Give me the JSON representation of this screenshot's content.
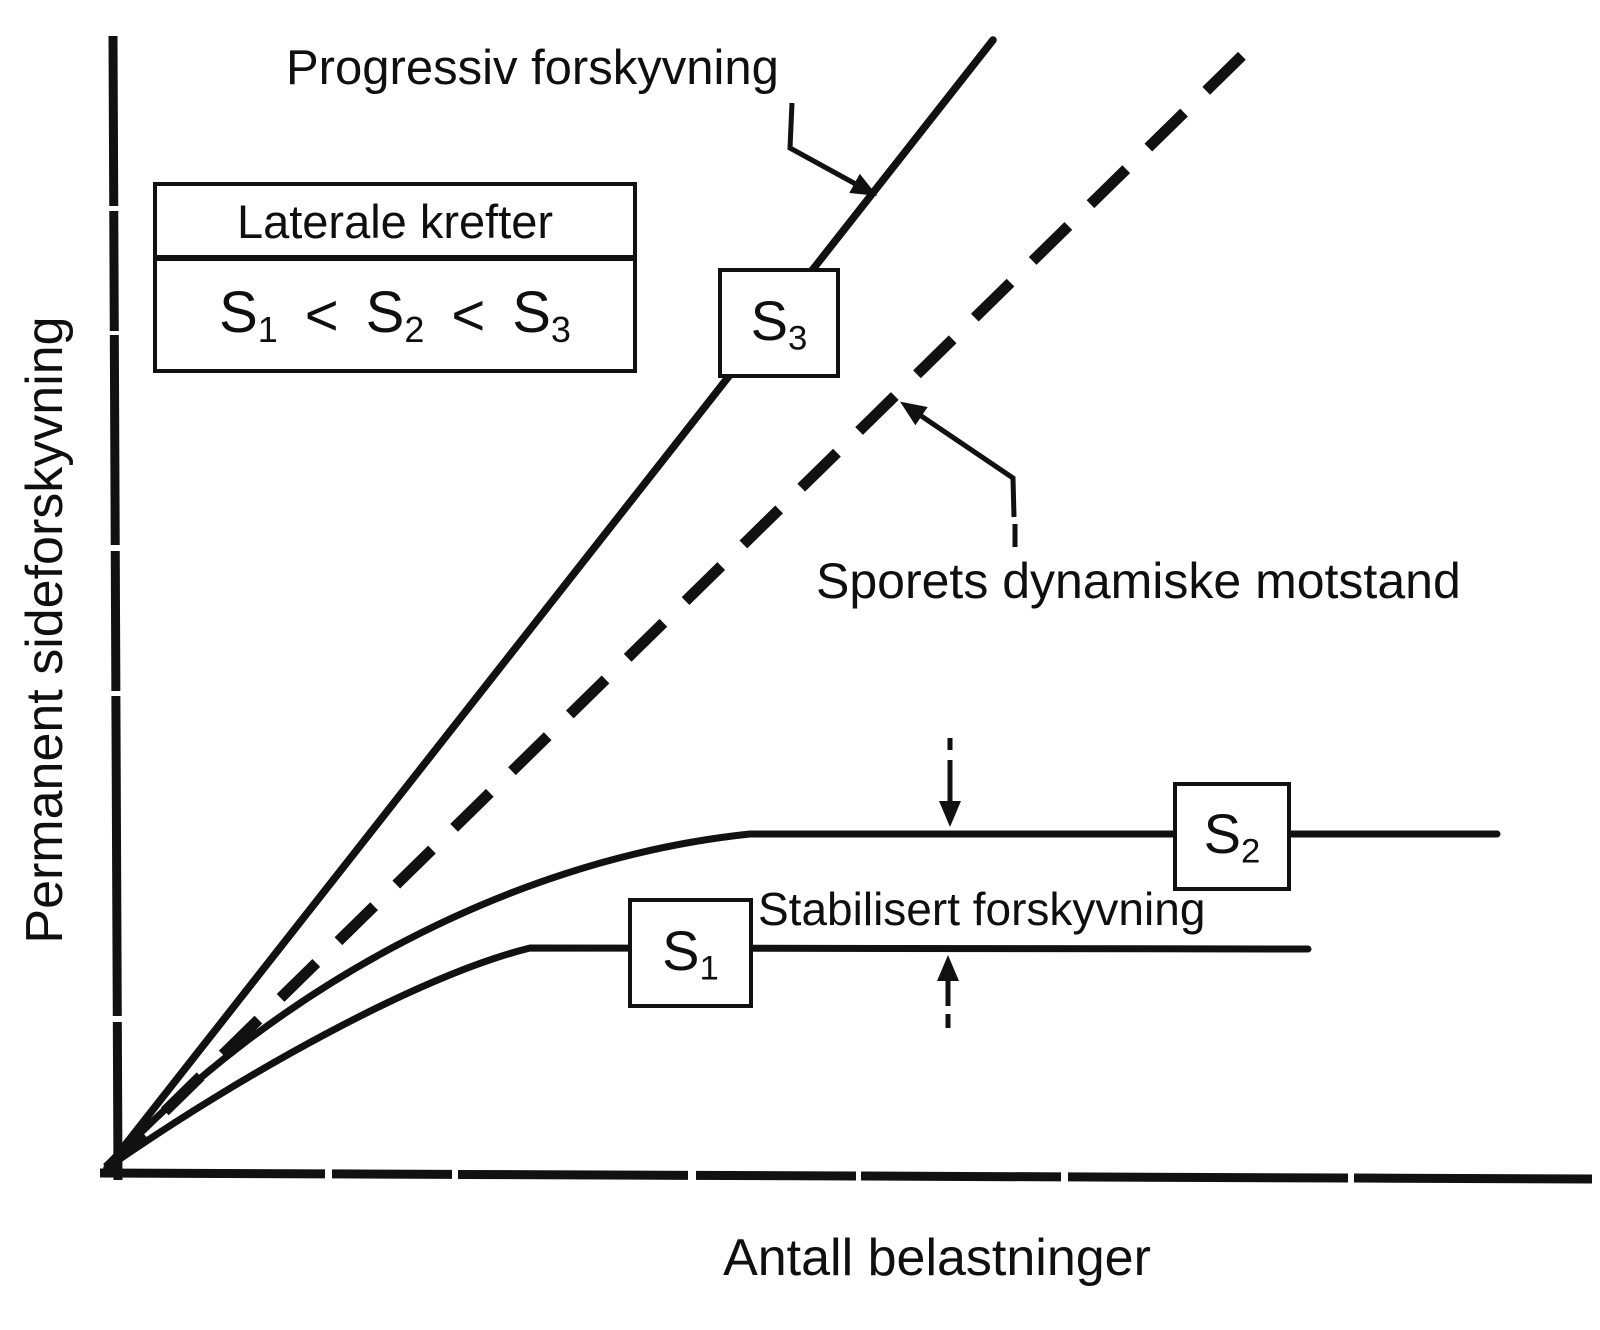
{
  "figure": {
    "background": "#ffffff",
    "ink_color": "#111111",
    "style": "scanned black-and-white conceptual line chart"
  },
  "axes": {
    "y_label": "Permanent sideforskyvning",
    "x_label": "Antall belastninger",
    "numeric_ticks": false
  },
  "annotations": {
    "progressive": "Progressiv forskyvning",
    "dynamic_resistance": "Sporets dynamiske motstand",
    "stabilized": "Stabilisert forskyvning"
  },
  "legend": {
    "title": "Laterale krefter",
    "operator": "<",
    "terms": [
      {
        "main": "S",
        "sub": "1"
      },
      {
        "main": "S",
        "sub": "2"
      },
      {
        "main": "S",
        "sub": "3"
      }
    ]
  },
  "curve_labels": {
    "s1": {
      "main": "S",
      "sub": "1"
    },
    "s2": {
      "main": "S",
      "sub": "2"
    },
    "s3": {
      "main": "S",
      "sub": "3"
    }
  },
  "chart_data": {
    "type": "line",
    "title": "",
    "xlabel": "Antall belastninger",
    "ylabel": "Permanent sideforskyvning",
    "axis_ranges": "qualitative, no numeric tick labels; values below are relative 0-1 coordinates read from the drawing",
    "grid": false,
    "legend_position": "upper-left boxed legend: Laterale krefter, S1 < S2 < S3",
    "relationship": "S1 < S2 < S3",
    "series": [
      {
        "name": "S1",
        "style": "solid",
        "annotation": "Stabilisert forskyvning",
        "shape": "rises then flattens to a constant level",
        "points_rel": [
          [
            0,
            0
          ],
          [
            0.09,
            0.075
          ],
          [
            0.16,
            0.125
          ],
          [
            0.22,
            0.165
          ],
          [
            0.285,
            0.195
          ],
          [
            0.55,
            0.195
          ],
          [
            0.81,
            0.195
          ]
        ]
      },
      {
        "name": "S2",
        "style": "solid",
        "annotation": "Stabilisert forskyvning",
        "shape": "rises then flattens to a constant level higher than S1",
        "points_rel": [
          [
            0,
            0
          ],
          [
            0.1,
            0.12
          ],
          [
            0.2,
            0.22
          ],
          [
            0.32,
            0.275
          ],
          [
            0.434,
            0.297
          ],
          [
            0.7,
            0.297
          ],
          [
            0.937,
            0.297
          ]
        ]
      },
      {
        "name": "S3",
        "style": "solid",
        "annotation": "Progressiv forskyvning",
        "shape": "keeps increasing, slightly accelerating",
        "points_rel": [
          [
            0,
            0
          ],
          [
            0.12,
            0.2
          ],
          [
            0.27,
            0.44
          ],
          [
            0.43,
            0.71
          ],
          [
            0.6,
            1.0
          ]
        ]
      },
      {
        "name": "Sporets dynamiske motstand",
        "style": "dashed",
        "annotation": "Sporets dynamiske motstand",
        "shape": "straight dashed boundary line between stabilizing and progressive behaviour",
        "points_rel": [
          [
            0,
            0
          ],
          [
            0.39,
            0.5
          ],
          [
            0.773,
            1.0
          ]
        ]
      }
    ]
  }
}
